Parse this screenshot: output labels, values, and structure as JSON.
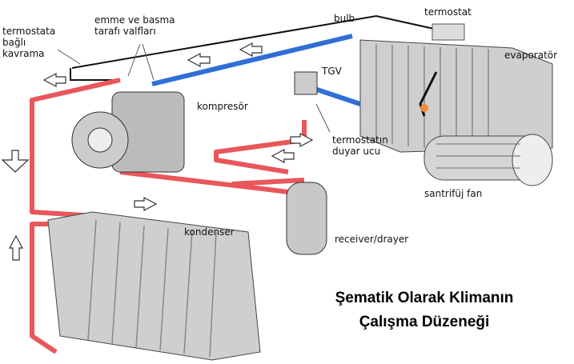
{
  "labels": {
    "clutch": "termostata bağlı kavrama",
    "clutch_lines": [
      "termostata",
      "bağlı",
      "kavrama"
    ],
    "valves_lines": [
      "emme ve basma",
      "tarafı valfları"
    ],
    "bulb": "bulb",
    "thermostat": "termostat",
    "evaporator": "evaporatör",
    "tgv": "TGV",
    "compressor": "kompresör",
    "sensor_lines": [
      "termostatın",
      "duyar ucu"
    ],
    "fan": "santrifüj fan",
    "condenser": "kondenser",
    "receiver": "receiver/drayer"
  },
  "title_lines": [
    "Şematik Olarak Klimanın",
    "Çalışma Düzeneği"
  ],
  "colors": {
    "hot_line": "#e8575a",
    "cold_line": "#2f6fd6",
    "component": "#bdbdbd"
  }
}
